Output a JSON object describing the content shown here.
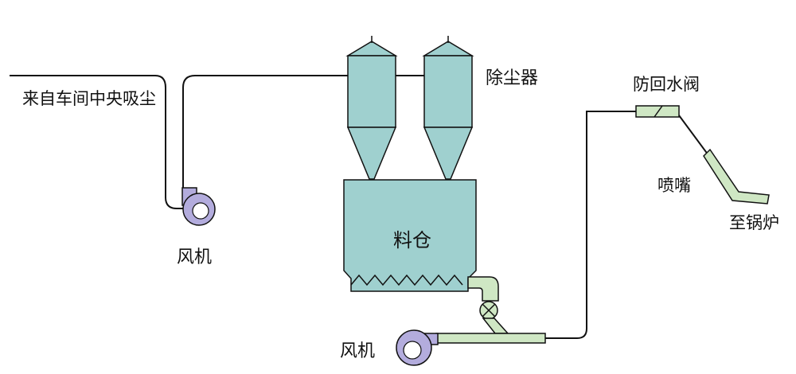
{
  "labels": {
    "from_workshop": "来自车间中央吸尘",
    "fan_top": "风机",
    "fan_bottom": "风机",
    "dust_collector": "除尘器",
    "silo": "料仓",
    "anti_backflow_valve": "防回水阀",
    "nozzle": "喷嘴",
    "to_boiler": "至锅炉"
  },
  "colors": {
    "vessel": "#9fd0cf",
    "fan": "#b3acdd",
    "pipe": "#cfe7c4",
    "line": "#111111"
  }
}
